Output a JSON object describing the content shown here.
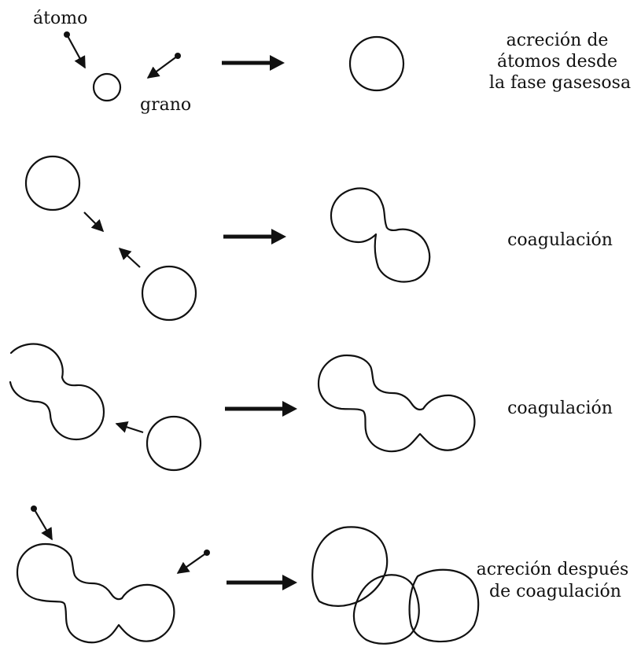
{
  "labels": {
    "atom": "átomo",
    "grain": "grano"
  },
  "rows": [
    {
      "caption_lines": [
        "acreción de",
        "átomos desde",
        "la fase gasesosa"
      ]
    },
    {
      "caption_lines": [
        "coagulación"
      ]
    },
    {
      "caption_lines": [
        "coagulación"
      ]
    },
    {
      "caption_lines": [
        "acreción después",
        "de coagulación"
      ]
    }
  ],
  "colors": {
    "ink": "#111111",
    "background": "#ffffff"
  }
}
